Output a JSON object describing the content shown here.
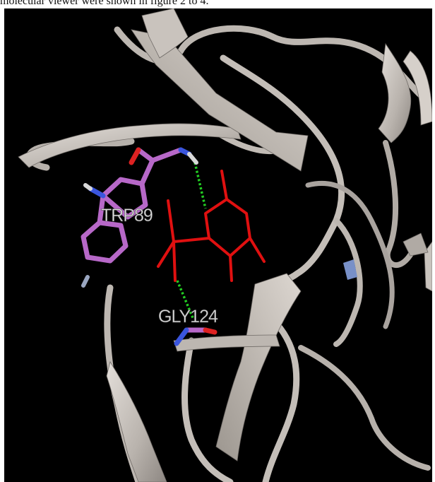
{
  "caption": {
    "text": "molecular viewer were shown in figure 2 to 4."
  },
  "labels": {
    "residue_1": "TRP89",
    "residue_2": "GLY124"
  },
  "colors": {
    "background": "#000000",
    "ribbon": "#c7c1bb",
    "ribbon_shadow": "#8f8a85",
    "ligand": "#e01010",
    "residue": "#b768c8",
    "hbond": "#22cc22",
    "nitrogen": "#3a55dd",
    "oxygen": "#dd2222"
  }
}
